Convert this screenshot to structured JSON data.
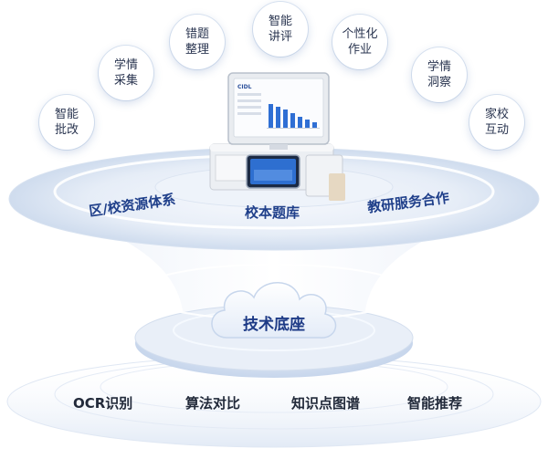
{
  "bubbles": [
    {
      "line1": "智能",
      "line2": "批改"
    },
    {
      "line1": "学情",
      "line2": "采集"
    },
    {
      "line1": "错题",
      "line2": "整理"
    },
    {
      "line1": "智能",
      "line2": "讲评"
    },
    {
      "line1": "个性化",
      "line2": "作业"
    },
    {
      "line1": "学情",
      "line2": "洞察"
    },
    {
      "line1": "家校",
      "line2": "互动"
    }
  ],
  "top_layer": {
    "left": "区/校资源体系",
    "center": "校本题库",
    "right": "教研服务合作"
  },
  "core": "技术底座",
  "base_items": [
    "OCR识别",
    "算法对比",
    "知识点图谱",
    "智能推荐"
  ],
  "colors": {
    "accent": "#1f3f8a",
    "funnel_light": "#eef3fb",
    "funnel_mid": "#c9d8ee",
    "disc": "#dde7f5"
  },
  "device": {
    "screen_logo": "CIDL"
  }
}
